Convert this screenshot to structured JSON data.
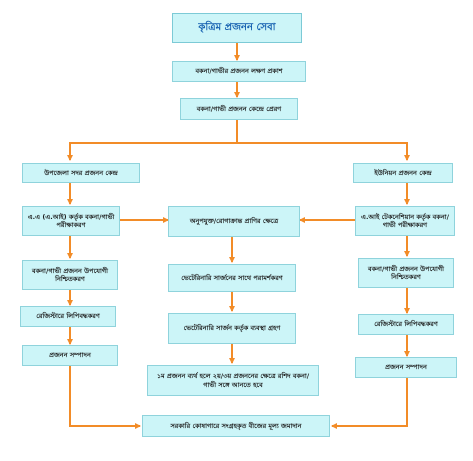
{
  "diagram": {
    "title": "কৃত্রিম প্রজনন সেবা",
    "nodes": {
      "heat_signs": "বকনা/গাভীর প্রজনন লক্ষণ প্রকাশ",
      "arrival_center": "বকনা/গাভী প্রজনন কেন্দ্রে প্রেরণ",
      "upazila_center": "উপজেলা সদর প্রজনন কেন্দ্র",
      "union_center": "ইউনিয়ন প্রজনন কেন্দ্র",
      "ai_check_left": "এ.এ (এ.আই) কর্তৃক বকনা/গাভী পরীক্ষাকরণ",
      "ai_check_right": "এ.আই টেকনেশিয়ান কর্তৃক বকনা/গাভী পরীক্ষাকরণ",
      "unsuitable": "অনুপযুক্ত/রোগাক্রান্ত প্রাণির ক্ষেত্রে",
      "vet_referral": "ভেটেরিনারি সার্জনের সাথে পরামর্শকরণ",
      "vet_treatment": "ভেটেরিনারি সার্জন কর্তৃক ব্যবস্থা গ্রহণ",
      "repeat_note": "১ম প্রজনন ব্যর্থ হলে ২য়/৩য় প্রজননের ক্ষেত্রে রশিদ বকনা/গাভী সঙ্গে আনতে হবে",
      "suitable_left": "বকনা/গাভী প্রজনন উপযোগী নিশ্চিতকরণ",
      "suitable_right": "বকনা/গাভী প্রজনন উপযোগী নিশ্চিতকরণ",
      "register_left": "রেজিস্টারে লিপিবদ্ধকরণ",
      "register_right": "রেজিস্টারে লিপিবদ্ধকরণ",
      "breeding_left": "প্রজনন সম্পাদন",
      "breeding_right": "প্রজনন সম্পাদন",
      "final": "সরকারি কোষাগারে সংগ্রহকৃত বীজের মূল্য জমাদান"
    },
    "colors": {
      "box_fill": "#ccf5f8",
      "box_border": "#8fd3dc",
      "arrow": "#f28c28",
      "title_text": "#1560b0"
    }
  }
}
